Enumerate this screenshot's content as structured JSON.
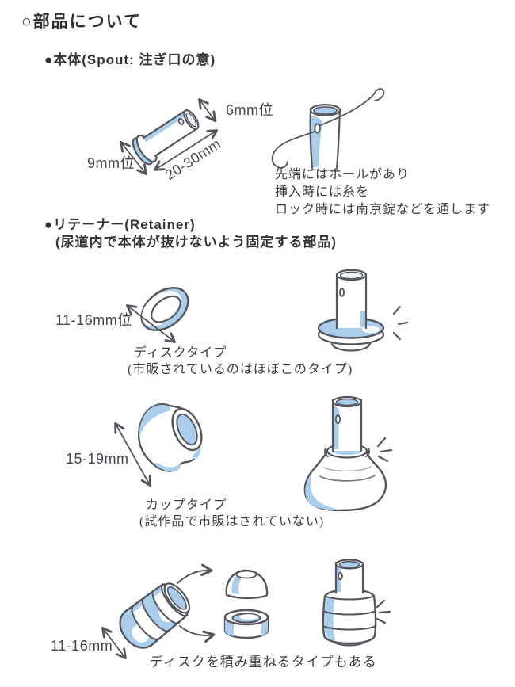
{
  "colors": {
    "accent_blue": "#A9CDEA",
    "outline": "#54555D",
    "text": "#3A3A40"
  },
  "page": {
    "title": "○部品について"
  },
  "spout": {
    "heading": "●本体(Spout: 注ぎ口の意)",
    "dims": {
      "tip": "6mm位",
      "flange": "9mm位",
      "length": "20-30mm"
    },
    "note_lines": [
      "先端にはホールがあり",
      "挿入時には糸を",
      "ロック時には南京錠などを通します"
    ]
  },
  "retainer": {
    "heading": "●リテーナー(Retainer)",
    "subheading": "(尿道内で本体が抜けないよう固定する部品)",
    "disc": {
      "dim": "11-16mm位",
      "caption": "ディスクタイプ",
      "caption_note": "(市販されているのはほぼこのタイプ)"
    },
    "cup": {
      "dim": "15-19mm",
      "caption": "カップタイプ",
      "caption_note": "(試作品で市販はされていない)"
    },
    "stacked": {
      "dim": "11-16mm",
      "caption": "ディスクを積み重ねるタイプもある"
    }
  }
}
